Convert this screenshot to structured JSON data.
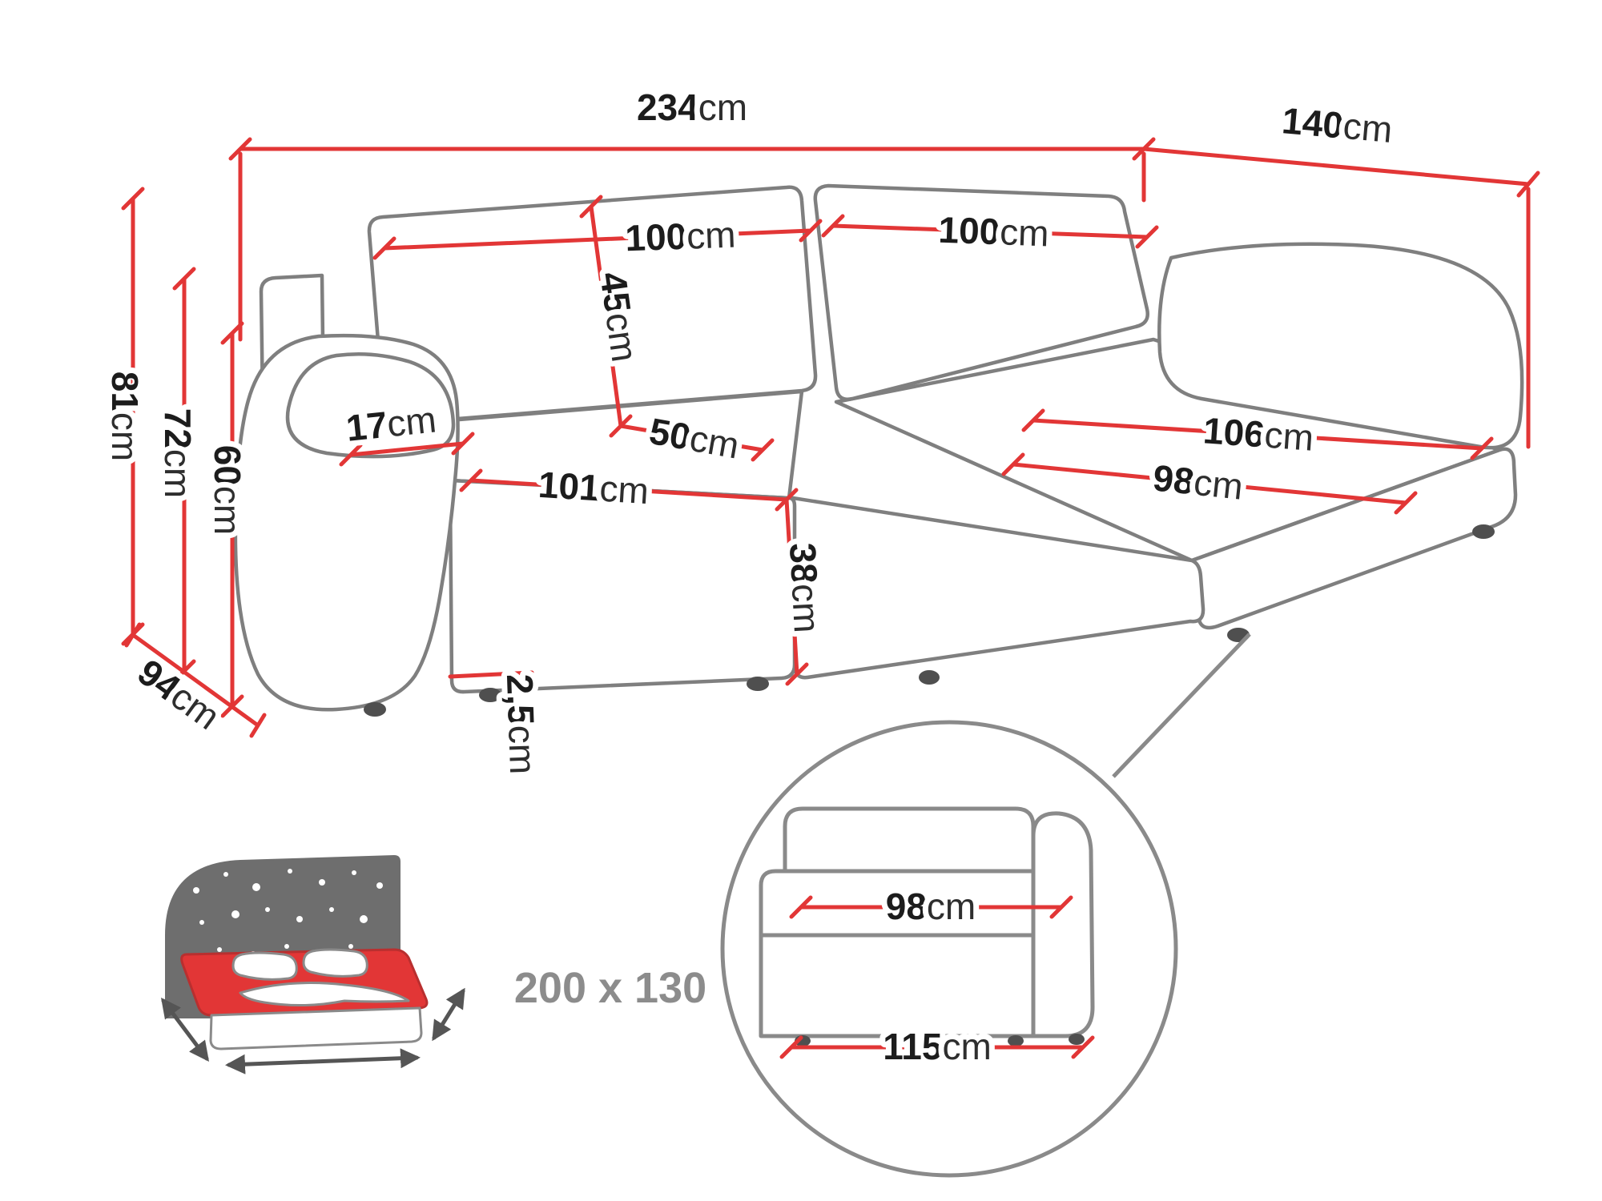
{
  "colors": {
    "dimension_red": "#e23636",
    "outline_gray": "#7f7f7f",
    "text_black": "#1c1c1c",
    "muted_gray": "#8c8c8c",
    "headboard_gray": "#6e6e6e"
  },
  "dimensions": {
    "total_width": {
      "value": "234",
      "unit": "cm"
    },
    "total_depth": {
      "value": "140",
      "unit": "cm"
    },
    "total_height": {
      "value": "81",
      "unit": "cm"
    },
    "backrest_height": {
      "value": "72",
      "unit": "cm"
    },
    "armrest_height": {
      "value": "60",
      "unit": "cm"
    },
    "side_depth": {
      "value": "94",
      "unit": "cm"
    },
    "back_cushion_left_width": {
      "value": "100",
      "unit": "cm"
    },
    "back_cushion_right_width": {
      "value": "100",
      "unit": "cm"
    },
    "back_cushion_height": {
      "value": "45",
      "unit": "cm"
    },
    "seat_depth_inner": {
      "value": "50",
      "unit": "cm"
    },
    "armrest_width": {
      "value": "17",
      "unit": "cm"
    },
    "seat_width": {
      "value": "101",
      "unit": "cm"
    },
    "seat_front_height": {
      "value": "38",
      "unit": "cm"
    },
    "leg_height": {
      "value": "2,5",
      "unit": "cm"
    },
    "chaise_length": {
      "value": "106",
      "unit": "cm"
    },
    "chaise_seat_width": {
      "value": "98",
      "unit": "cm"
    }
  },
  "sleeping_area": {
    "label": "200 x 130"
  },
  "inset_detail": {
    "seat_width": {
      "value": "98",
      "unit": "cm"
    },
    "total_width": {
      "value": "115",
      "unit": "cm"
    }
  }
}
